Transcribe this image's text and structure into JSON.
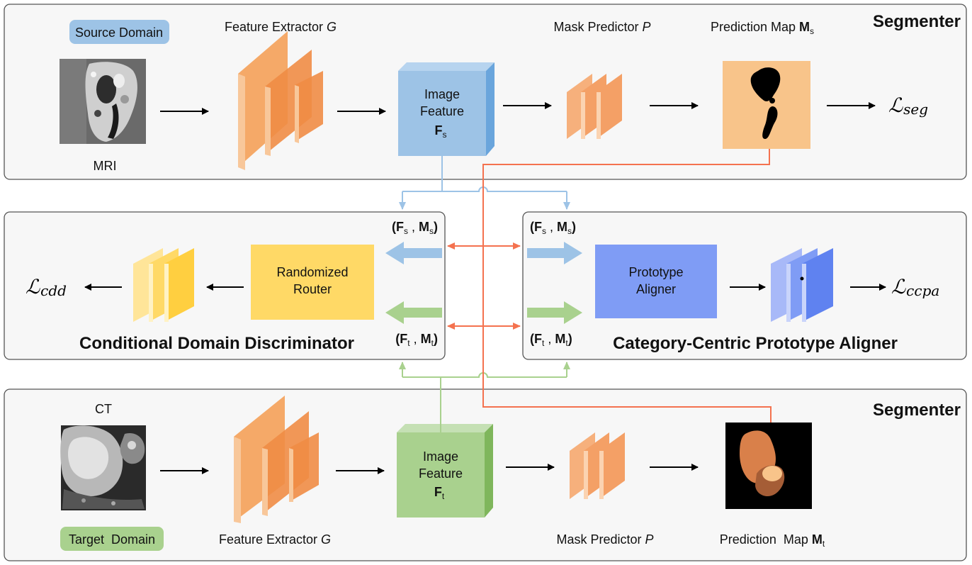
{
  "top": {
    "title": "Segmenter",
    "domain_badge": "Source Domain",
    "image_caption": "MRI",
    "extractor_label": "Feature Extractor",
    "extractor_symbol": "G",
    "feature_line1": "Image",
    "feature_line2": "Feature",
    "feature_symbol": "F",
    "feature_sub": "s",
    "mask_label": "Mask Predictor",
    "mask_symbol": "P",
    "pred_label": "Prediction Map",
    "pred_symbol": "M",
    "pred_sub": "s",
    "loss_glyph": "ℒ",
    "loss_sub": "seg"
  },
  "cdd": {
    "title": "Conditional Domain Discriminator",
    "router_line1": "Randomized",
    "router_line2": "Router",
    "pair_source": {
      "open": "(",
      "f": "F",
      "fs": "s",
      "sep": " , ",
      "m": "M",
      "ms": "s",
      "close": ")"
    },
    "pair_target": {
      "open": "(",
      "f": "F",
      "fs": "t",
      "sep": " , ",
      "m": "M",
      "ms": "t",
      "close": ")"
    },
    "loss_glyph": "ℒ",
    "loss_sub": "cdd"
  },
  "ccpa": {
    "title": "Category-Centric Prototype Aligner",
    "aligner_line1": "Prototype",
    "aligner_line2": "Aligner",
    "pair_source": {
      "open": "(",
      "f": "F",
      "fs": "s",
      "sep": " , ",
      "m": "M",
      "ms": "s",
      "close": ")"
    },
    "pair_target": {
      "open": "(",
      "f": "F",
      "fs": "t",
      "sep": " , ",
      "m": "M",
      "ms": "t",
      "close": ")"
    },
    "loss_glyph": "ℒ",
    "loss_sub": "ccpa"
  },
  "bottom": {
    "title": "Segmenter",
    "domain_badge": "Target  Domain",
    "image_caption": "CT",
    "extractor_label": "Feature Extractor",
    "extractor_symbol": "G",
    "feature_line1": "Image",
    "feature_line2": "Feature",
    "feature_symbol": "F",
    "feature_sub": "t",
    "mask_label": "Mask Predictor",
    "mask_symbol": "P",
    "pred_label": "Prediction  Map",
    "pred_symbol": "M",
    "pred_sub": "t"
  },
  "colors": {
    "source_blue": "#9dc3e6",
    "target_green": "#a9d18e",
    "extractor_orange": "#f4a460",
    "router_yellow": "#ffd966",
    "aligner_blue": "#7f9cf5",
    "connector_red": "#f4724f"
  }
}
